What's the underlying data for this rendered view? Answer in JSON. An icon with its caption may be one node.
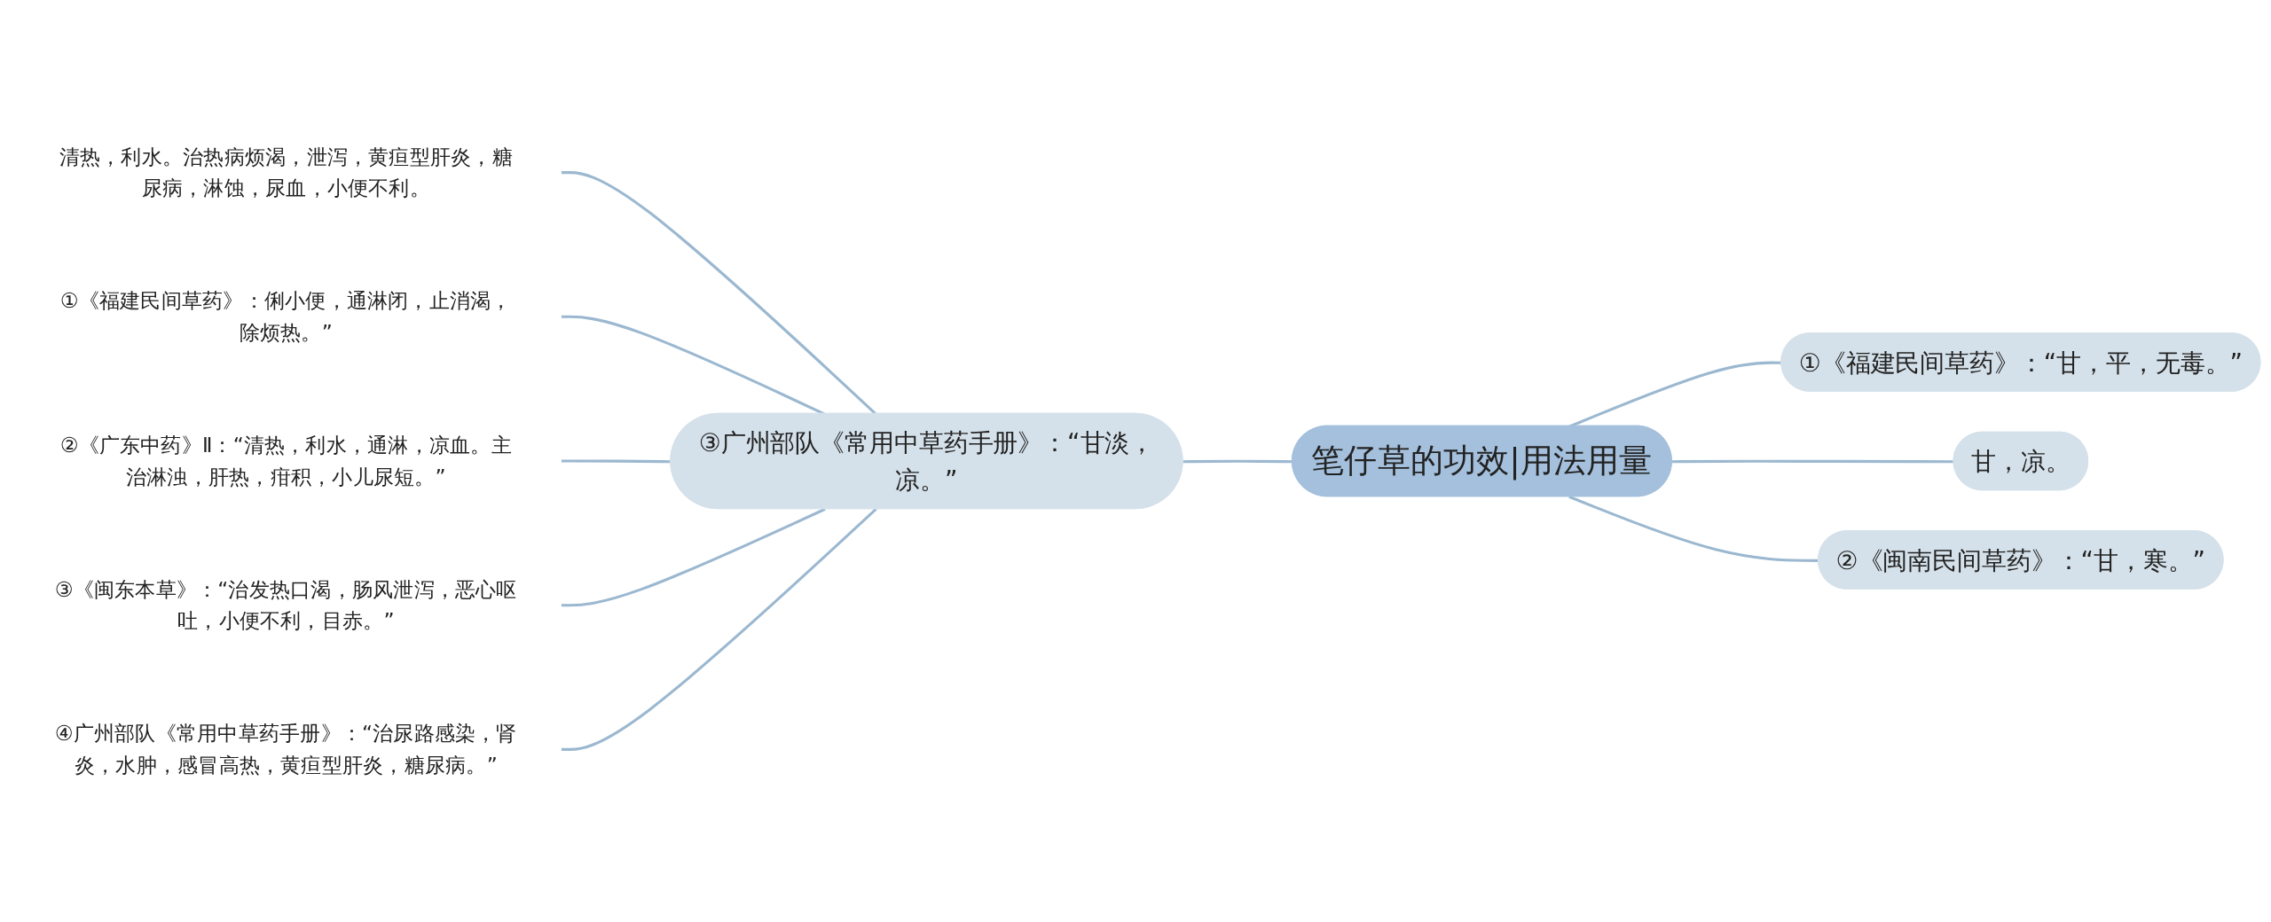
{
  "diagram": {
    "nodes": [
      {
        "text": [
          "笔仔草的功效|用法用量"
        ]
      },
      {
        "text": [
          "①《福建民间草药》：“甘，平，无毒。”"
        ]
      },
      {
        "text": [
          "甘，凉。"
        ]
      },
      {
        "text": [
          "②《闽南民间草药》：“甘，寒。”"
        ]
      },
      {
        "text": [
          "③广州部队《常用中草药手册》：“甘淡，凉。”"
        ]
      },
      {
        "text": [
          "清热，利水。治热病烦渴，泄泻，黄疸型肝炎，糖尿病，淋蚀，尿血，小便不利。"
        ]
      },
      {
        "text": [
          "①《福建民间草药》：俐小便，通淋闭，止消渴，除烦热。”"
        ]
      },
      {
        "text": [
          "②《广东中药》Ⅱ：“清热，利水，通淋，凉血。主治淋浊，肝热，疳积，小儿尿短。”"
        ]
      },
      {
        "text": [
          "③《闽东本草》：“治发热口渴，肠风泄泻，恶心呕吐，小便不利，目赤。”"
        ]
      },
      {
        "text": [
          "④广州部队《常用中草药手册》：“治尿路感染，肾炎，水肿，感冒高热，黄疸型肝炎，糖尿病。”"
        ]
      }
    ],
    "edges": [
      {
        "from": 0,
        "to": 1,
        "arrow": "none"
      },
      {
        "from": 0,
        "to": 2,
        "arrow": "none"
      },
      {
        "from": 0,
        "to": 3,
        "arrow": "none"
      },
      {
        "from": 0,
        "to": 4,
        "arrow": "none"
      },
      {
        "from": 4,
        "to": 5,
        "arrow": "none"
      },
      {
        "from": 4,
        "to": 6,
        "arrow": "none"
      },
      {
        "from": 4,
        "to": 7,
        "arrow": "none"
      },
      {
        "from": 4,
        "to": 8,
        "arrow": "none"
      },
      {
        "from": 4,
        "to": 9,
        "arrow": "none"
      }
    ]
  }
}
